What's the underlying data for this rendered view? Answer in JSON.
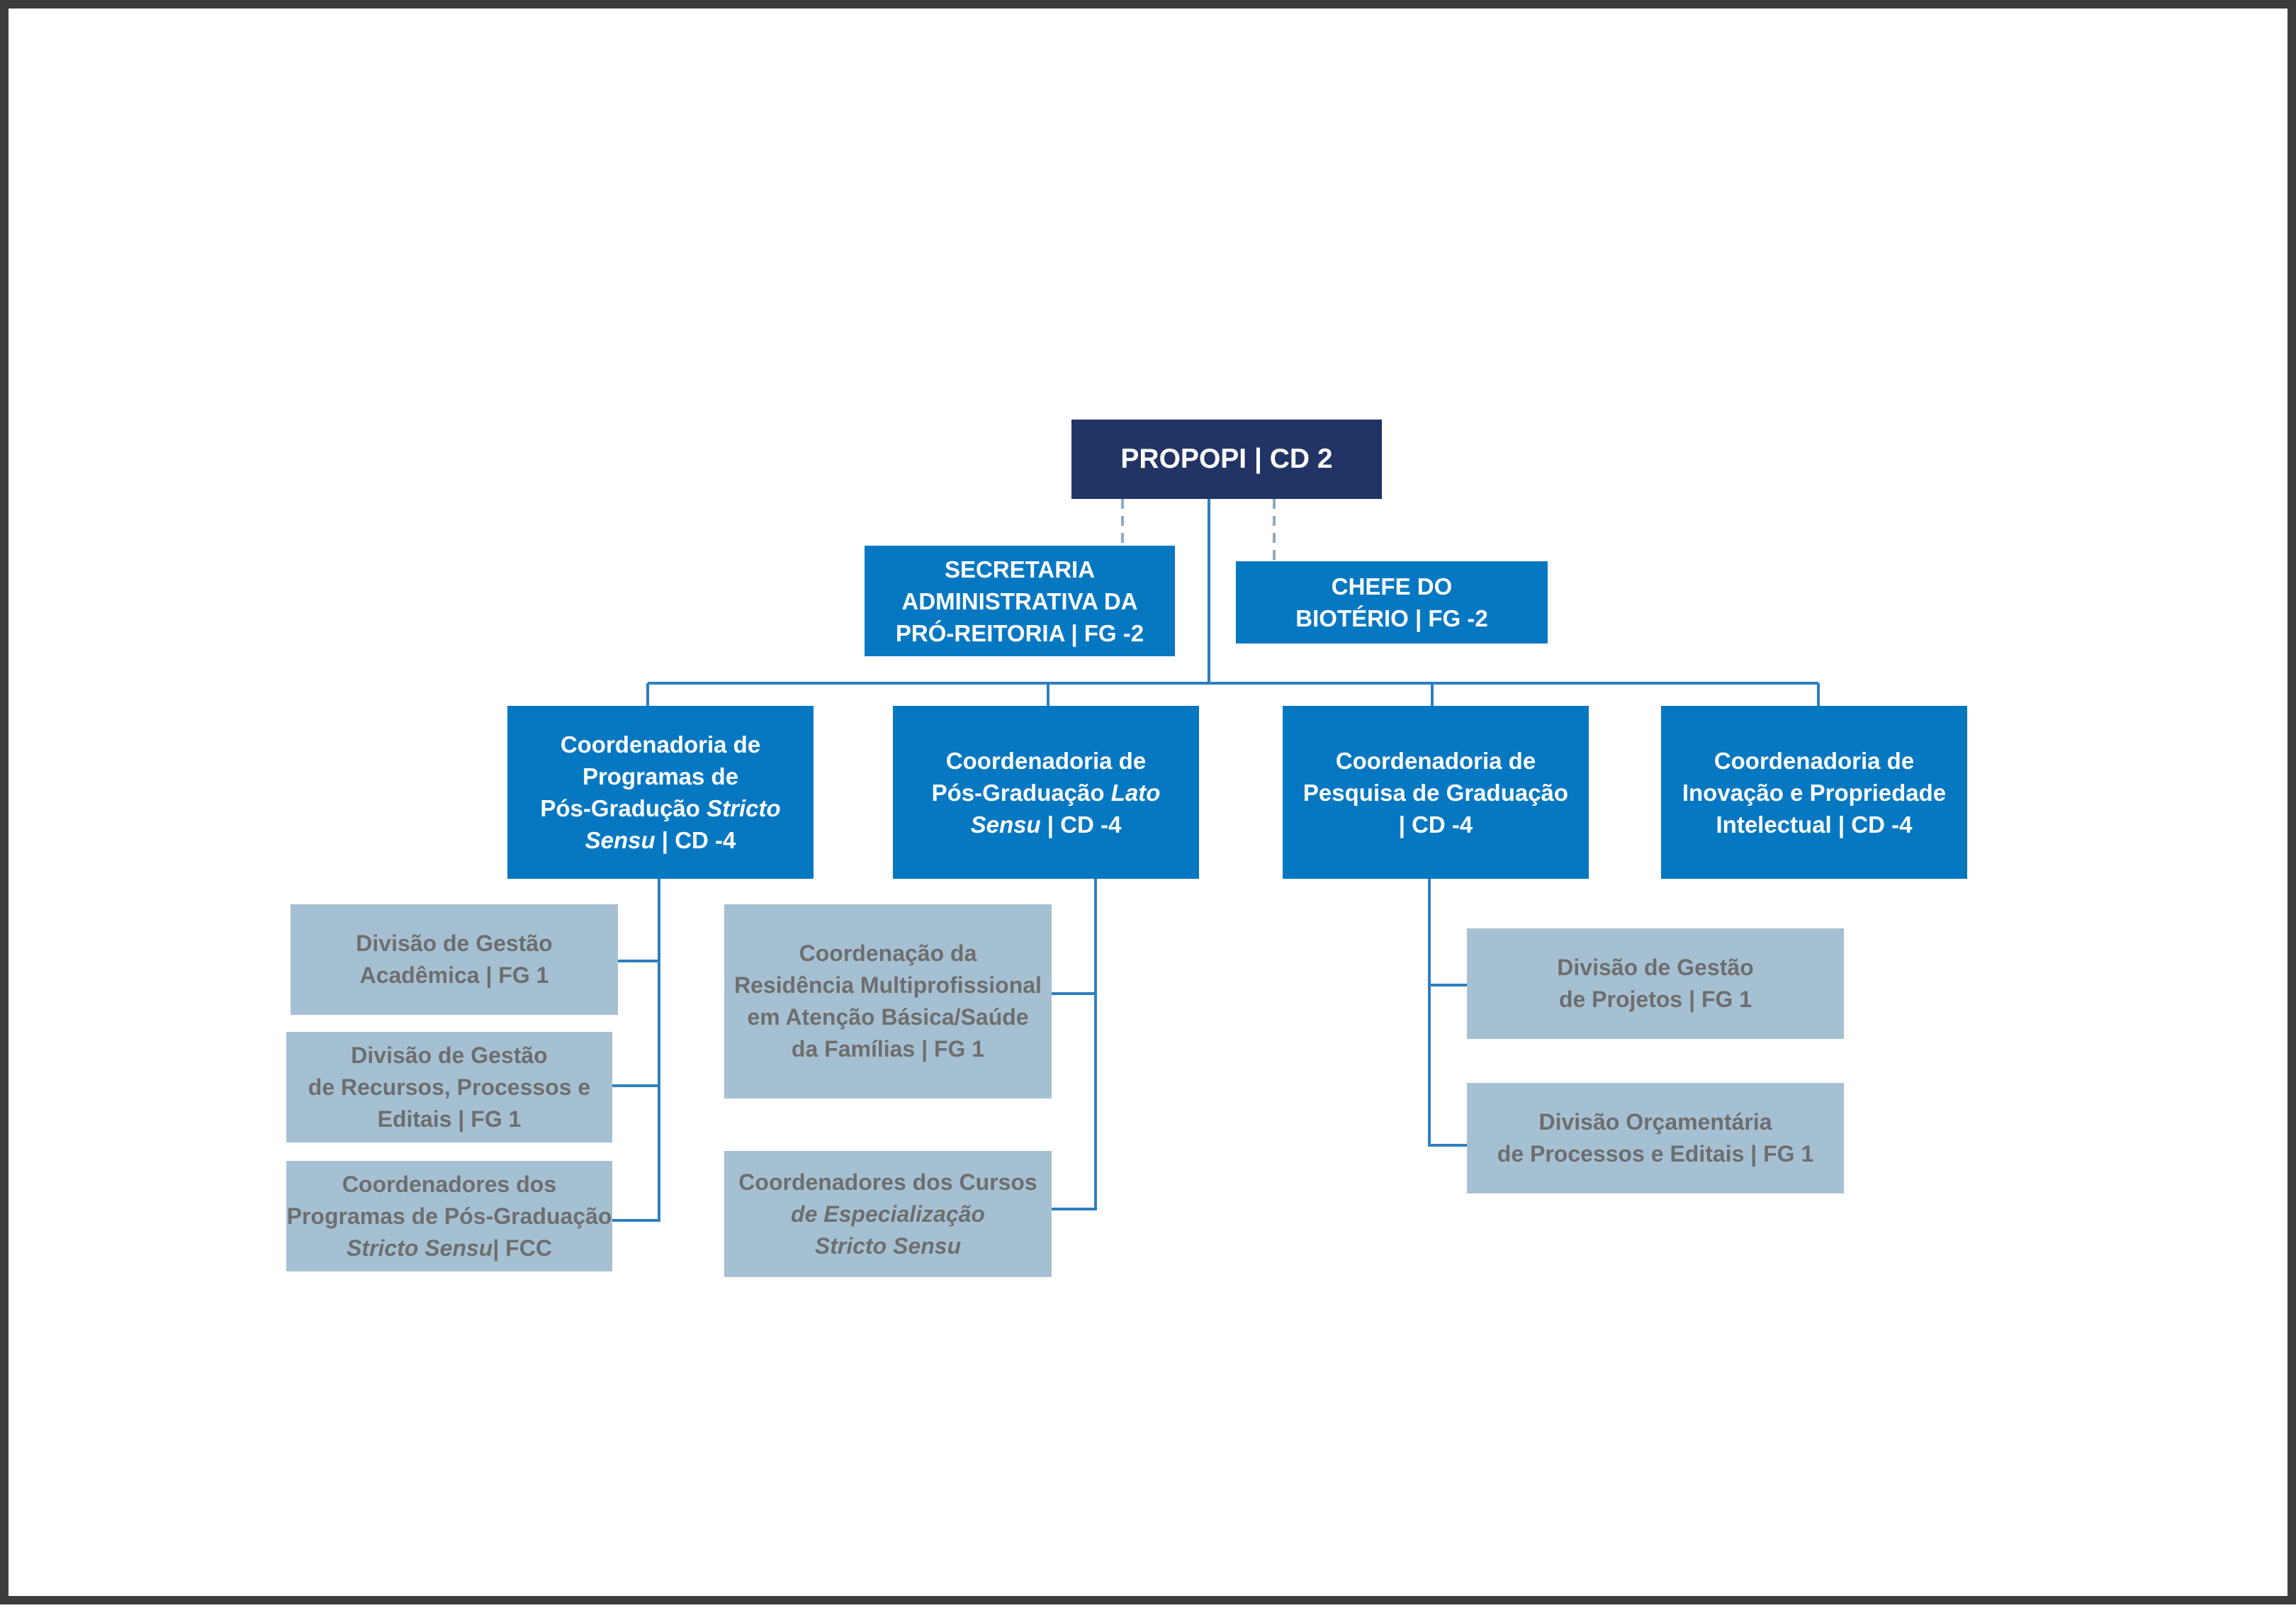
{
  "org_chart": {
    "root": {
      "line1": "PROPOPI | CD 2"
    },
    "staff": {
      "secretaria": {
        "line1": "SECRETARIA",
        "line2": "ADMINISTRATIVA DA",
        "line3": "PRÓ-REITORIA | FG -2"
      },
      "bioterio": {
        "line1": "CHEFE DO",
        "line2": "BIOTÉRIO | FG -2"
      }
    },
    "coords": {
      "stricto": {
        "line1": "Coordenadoria de",
        "line2": "Programas de",
        "line3a": "Pós-Gradução ",
        "line3b": "Stricto",
        "line4a": "Sensu",
        "line4b": " | CD -4"
      },
      "lato": {
        "line1": "Coordenadoria de",
        "line2a": "Pós-Graduação ",
        "line2b": "Lato",
        "line3a": "Sensu",
        "line3b": " | CD -4"
      },
      "pesquisa": {
        "line1": "Coordenadoria de",
        "line2": "Pesquisa de Graduação",
        "line3": "| CD -4"
      },
      "inovacao": {
        "line1": "Coordenadoria de",
        "line2": "Inovação e Propriedade",
        "line3": "Intelectual | CD -4"
      }
    },
    "divisions": {
      "academica": {
        "line1": "Divisão de Gestão",
        "line2": "Acadêmica | FG 1"
      },
      "recursos": {
        "line1": "Divisão de Gestão",
        "line2": "de Recursos, Processos e",
        "line3": "Editais | FG 1"
      },
      "coord_programas": {
        "line1": "Coordenadores dos",
        "line2": "Programas de Pós-Graduação",
        "line3a": "Stricto Sensu",
        "line3b": "| FCC"
      },
      "residencia": {
        "line1": "Coordenação da",
        "line2": "Residência Multiprofissional",
        "line3": "em Atenção Básica/Saúde",
        "line4": "da Famílias | FG 1"
      },
      "coord_cursos": {
        "line1": "Coordenadores dos Cursos",
        "line2": "de Especialização",
        "line3": "Stricto Sensu"
      },
      "projetos": {
        "line1": "Divisão de Gestão",
        "line2": "de Projetos | FG 1"
      },
      "orcamentaria": {
        "line1": "Divisão Orçamentária",
        "line2": "de Processos e Editais | FG 1"
      }
    },
    "colors": {
      "root_fill": "#223465",
      "coord_fill": "#0678c2",
      "division_fill": "#a6c0d3",
      "division_text": "#6e6e6e",
      "connector": "#2d7fc1",
      "dashed_connector": "#8fa9c1"
    }
  }
}
